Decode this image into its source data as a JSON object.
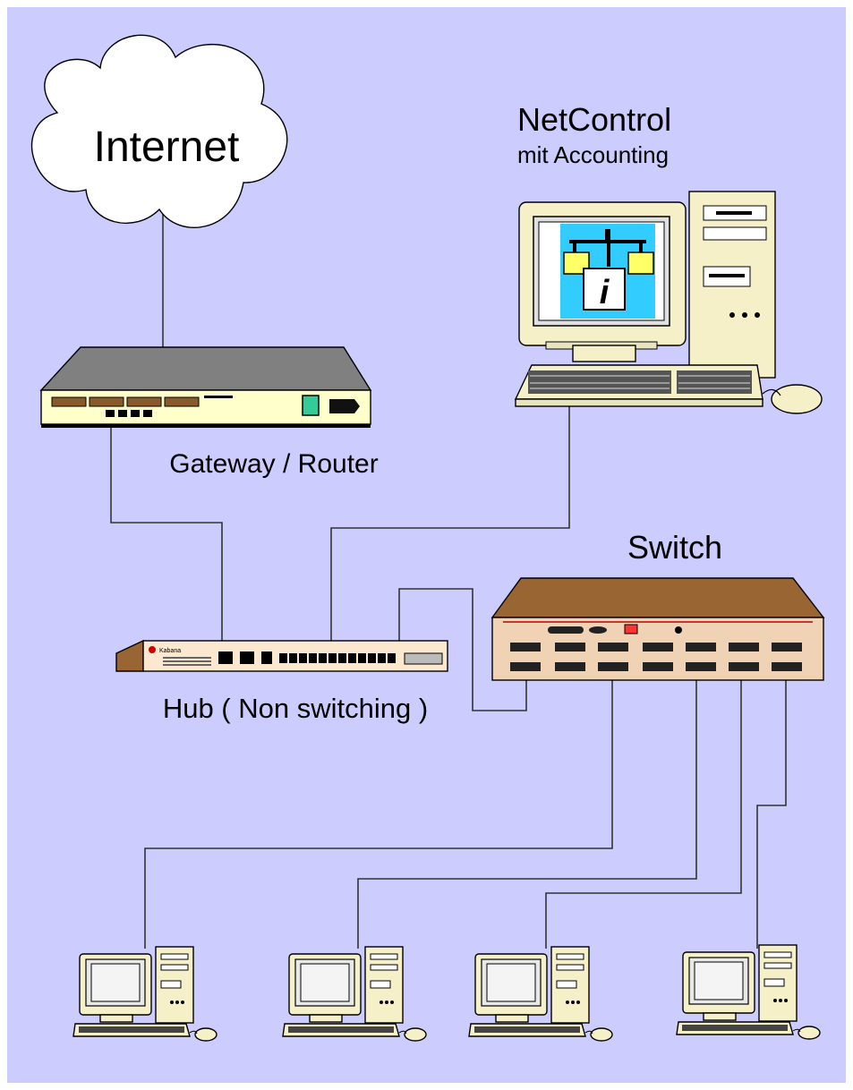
{
  "labels": {
    "internet": "Internet",
    "netcontrol": "NetControl",
    "netcontrol_sub": "mit Accounting",
    "gateway": "Gateway / Router",
    "switch": "Switch",
    "hub": "Hub ( Non switching )",
    "hub_brand": "Kabana"
  },
  "icons": {
    "cloud": "cloud-icon",
    "router": "router-icon",
    "server": "desktop-computer-icon",
    "hub": "network-hub-icon",
    "switch": "network-switch-icon",
    "client": "client-computer-icon"
  },
  "colors": {
    "background": "#ccccff",
    "router_front": "#ffffcc",
    "router_top": "#808080",
    "switch_top": "#996633",
    "switch_front": "#f0d2b4",
    "hub_front": "#fbe8cf",
    "screen_cyan": "#33ccff",
    "screen_yellow": "#ffff66",
    "case": "#f5f0c8",
    "wire": "#333333"
  }
}
